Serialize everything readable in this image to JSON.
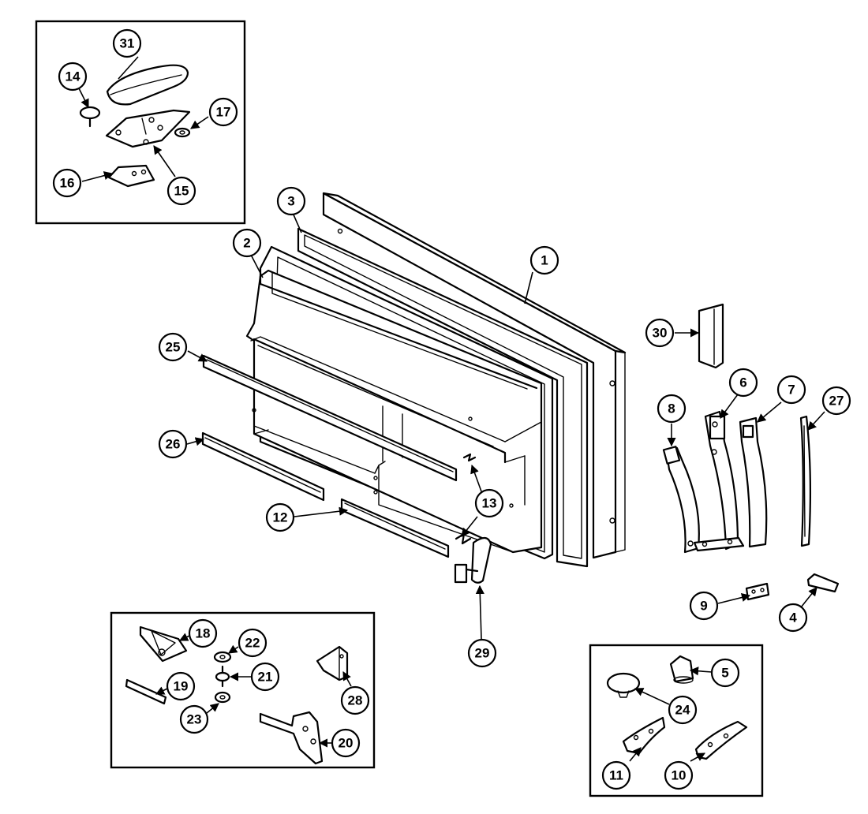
{
  "diagram": {
    "callouts": [
      "1",
      "2",
      "3",
      "4",
      "5",
      "6",
      "7",
      "8",
      "9",
      "10",
      "11",
      "12",
      "13",
      "13",
      "14",
      "15",
      "16",
      "17",
      "18",
      "19",
      "20",
      "21",
      "22",
      "23",
      "24",
      "25",
      "26",
      "27",
      "28",
      "29",
      "30",
      "31"
    ]
  }
}
